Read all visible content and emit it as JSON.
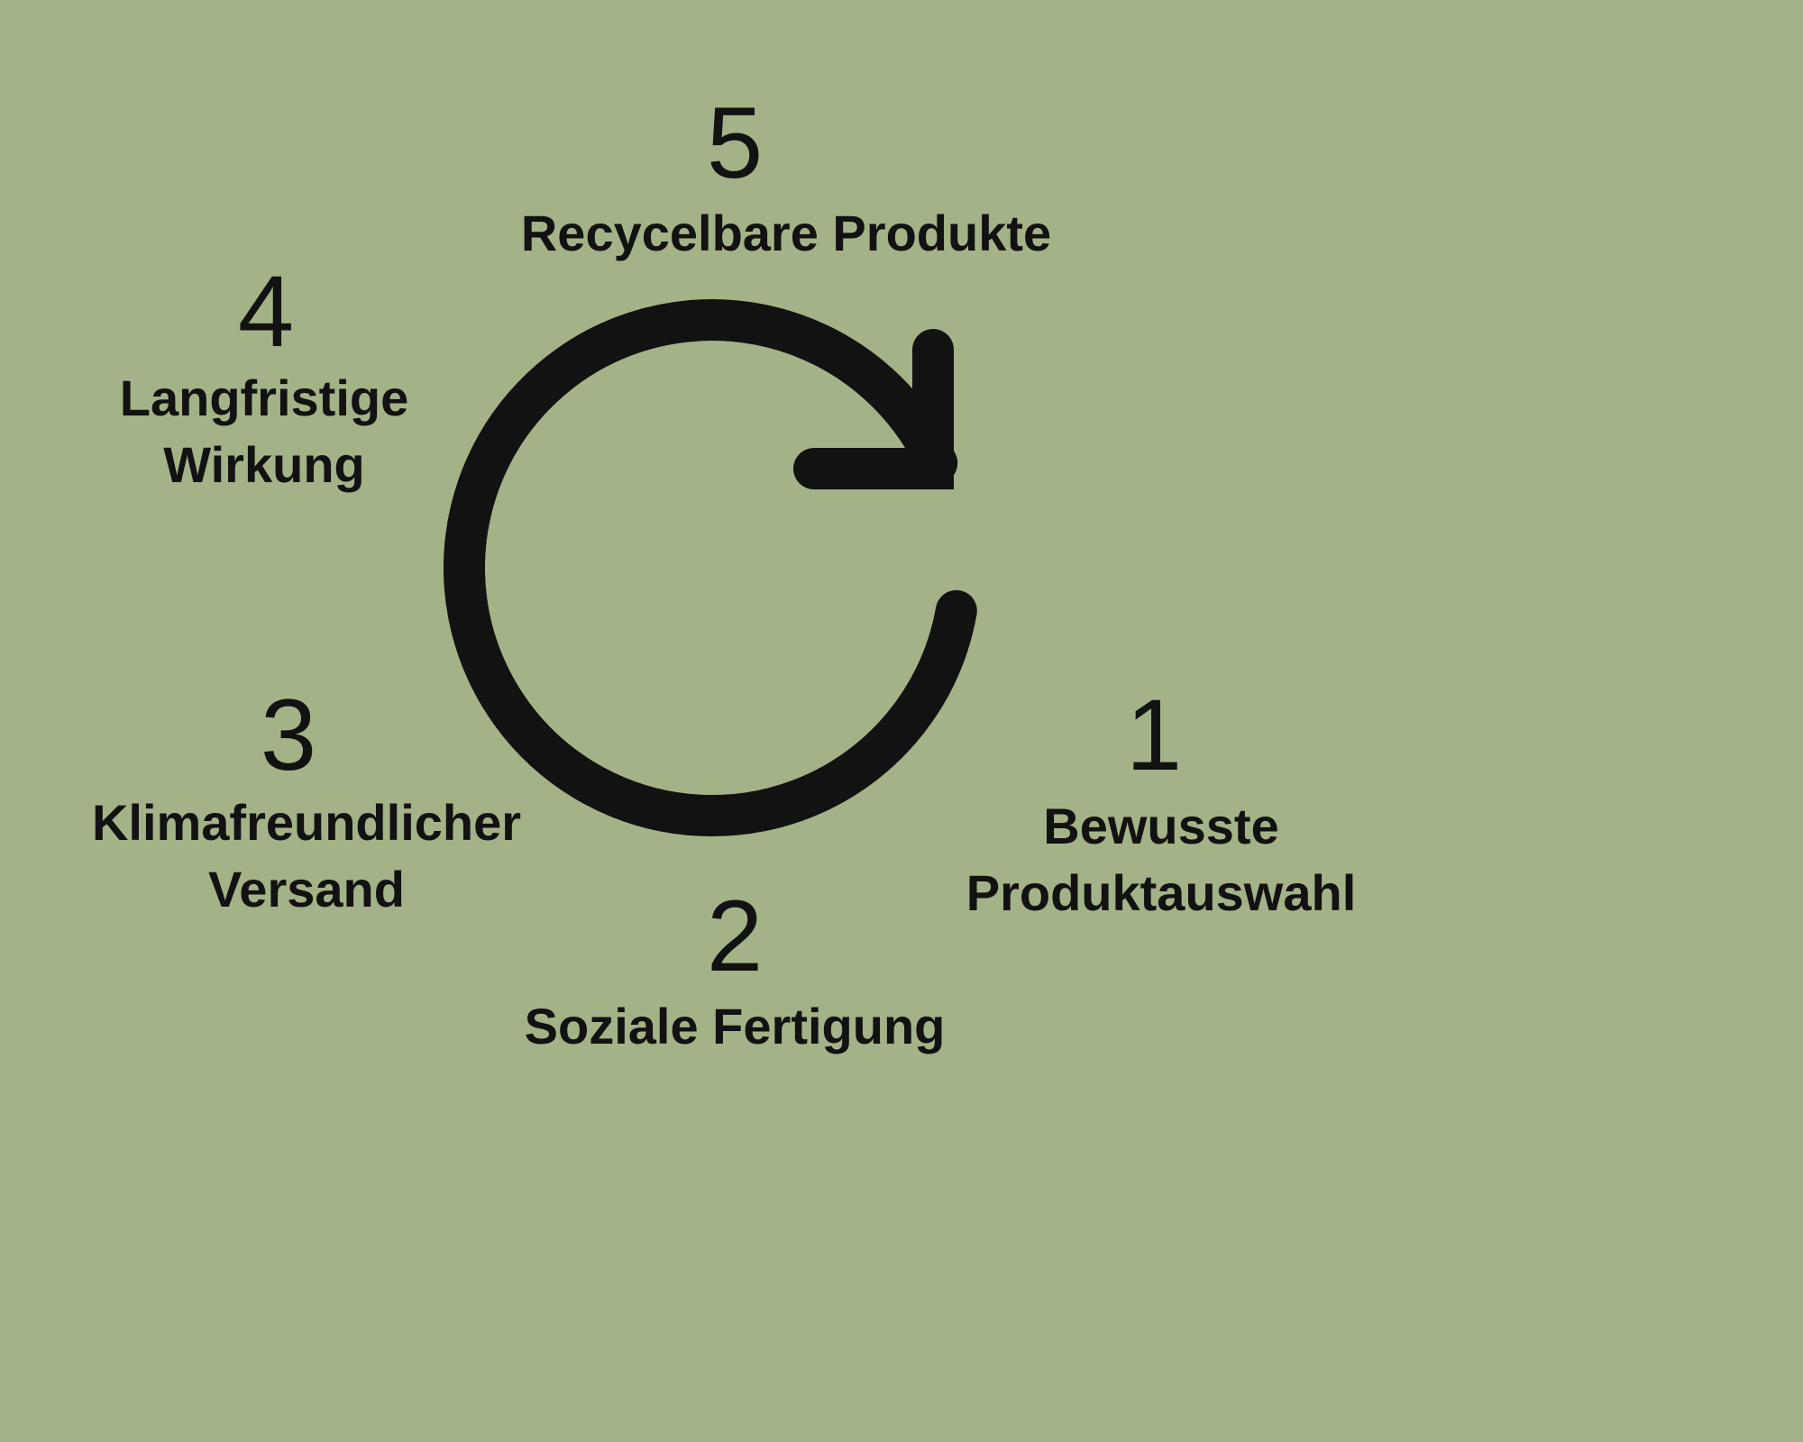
{
  "colors": {
    "background": "#a4b287",
    "ink": "#121212"
  },
  "diagram": {
    "type": "cycle",
    "center_icon": "circular-arrow-clockwise",
    "steps": [
      {
        "number": "1",
        "label": "Bewusste Produktauswahl",
        "lines": [
          "Bewusste",
          "Produktauswahl"
        ],
        "position": "right"
      },
      {
        "number": "2",
        "label": "Soziale Fertigung",
        "lines": [
          "Soziale Fertigung"
        ],
        "position": "bottom"
      },
      {
        "number": "3",
        "label": "Klimafreundlicher Versand",
        "lines": [
          "Klimafreundlicher",
          "Versand"
        ],
        "position": "lower-left"
      },
      {
        "number": "4",
        "label": "Langfristige Wirkung",
        "lines": [
          "Langfristige",
          "Wirkung"
        ],
        "position": "upper-left"
      },
      {
        "number": "5",
        "label": "Recycelbare Produkte",
        "lines": [
          "Recycelbare Produkte"
        ],
        "position": "top"
      }
    ]
  }
}
